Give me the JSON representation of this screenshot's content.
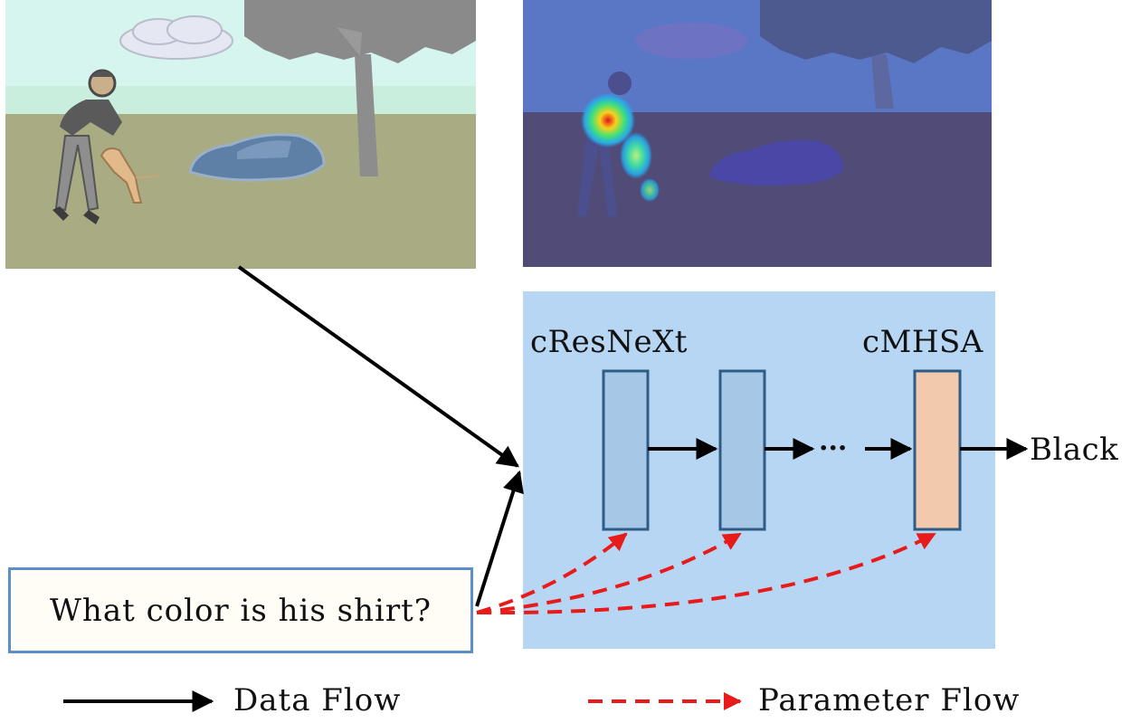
{
  "diagram": {
    "question": "What color is his shirt?",
    "blocks": {
      "first_label": "cResNeXt",
      "last_label": "cMHSA",
      "ellipsis": "···"
    },
    "output": "Black",
    "legend": {
      "data_flow": "Data Flow",
      "parameter_flow": "Parameter Flow"
    }
  },
  "colors": {
    "network_panel": "#b7d6f4",
    "resnext_block": "#a6c8e6",
    "mhsa_block": "#f2c9ad",
    "block_border": "#2d5d86",
    "question_border": "#5a8fc9",
    "data_flow": "#000000",
    "parameter_flow": "#e81b1b",
    "sky": "#d6f5ef",
    "grass": "#a9ac82",
    "dark_overlay_sky": "#5a77c6",
    "dark_overlay_ground": "#514b78"
  }
}
